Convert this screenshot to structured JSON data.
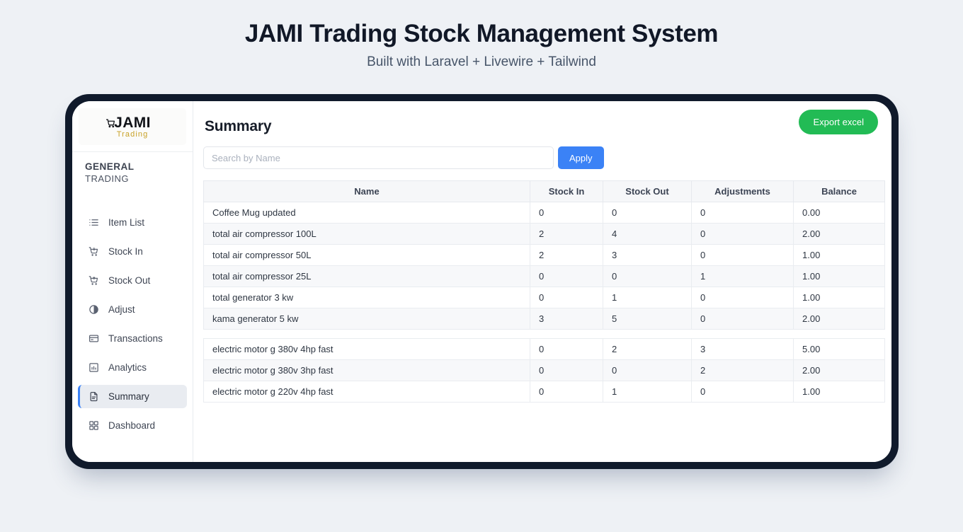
{
  "header": {
    "title": "JAMI Trading Stock Management System",
    "subtitle": "Built with Laravel + Livewire + Tailwind"
  },
  "sidebar": {
    "logo": {
      "main": "JAMI",
      "sub": "Trading",
      "cart_icon": "shopping-cart-icon"
    },
    "brand": {
      "line1": "GENERAL",
      "line2": "TRADING"
    },
    "items": [
      {
        "label": "Item List",
        "icon": "list-icon",
        "active": false
      },
      {
        "label": "Stock In",
        "icon": "cart-in-icon",
        "active": false
      },
      {
        "label": "Stock Out",
        "icon": "cart-out-icon",
        "active": false
      },
      {
        "label": "Adjust",
        "icon": "contrast-icon",
        "active": false
      },
      {
        "label": "Transactions",
        "icon": "card-icon",
        "active": false
      },
      {
        "label": "Analytics",
        "icon": "bar-chart-icon",
        "active": false
      },
      {
        "label": "Summary",
        "icon": "document-icon",
        "active": true
      },
      {
        "label": "Dashboard",
        "icon": "grid-icon",
        "active": false
      }
    ]
  },
  "main": {
    "title": "Summary",
    "export_label": "Export excel",
    "apply_label": "Apply",
    "search": {
      "value": "",
      "placeholder": "Search by Name"
    },
    "table": {
      "columns": [
        "Name",
        "Stock In",
        "Stock Out",
        "Adjustments",
        "Balance"
      ],
      "rows": [
        {
          "name": "Coffee Mug updated",
          "stock_in": "0",
          "stock_out": "0",
          "adjustments": "0",
          "balance": "0.00"
        },
        {
          "name": "total air compressor 100L",
          "stock_in": "2",
          "stock_out": "4",
          "adjustments": "0",
          "balance": "2.00"
        },
        {
          "name": "total air compressor 50L",
          "stock_in": "2",
          "stock_out": "3",
          "adjustments": "0",
          "balance": "1.00"
        },
        {
          "name": "total air compressor 25L",
          "stock_in": "0",
          "stock_out": "0",
          "adjustments": "1",
          "balance": "1.00"
        },
        {
          "name": "total generator 3 kw",
          "stock_in": "0",
          "stock_out": "1",
          "adjustments": "0",
          "balance": "1.00"
        },
        {
          "name": "kama generator 5 kw",
          "stock_in": "3",
          "stock_out": "5",
          "adjustments": "0",
          "balance": "2.00"
        },
        {
          "spacer": true
        },
        {
          "name": "electric motor g 380v 4hp fast",
          "stock_in": "0",
          "stock_out": "2",
          "adjustments": "3",
          "balance": "5.00"
        },
        {
          "name": "electric motor g 380v 3hp fast",
          "stock_in": "0",
          "stock_out": "0",
          "adjustments": "2",
          "balance": "2.00"
        },
        {
          "name": "electric motor g 220v 4hp fast",
          "stock_in": "0",
          "stock_out": "1",
          "adjustments": "0",
          "balance": "1.00"
        }
      ]
    }
  },
  "colors": {
    "page_background": "#eef1f5",
    "bezel": "#101a2b",
    "accent_blue": "#3b82f6",
    "accent_green": "#22bb55",
    "logo_gold": "#c8a227"
  }
}
